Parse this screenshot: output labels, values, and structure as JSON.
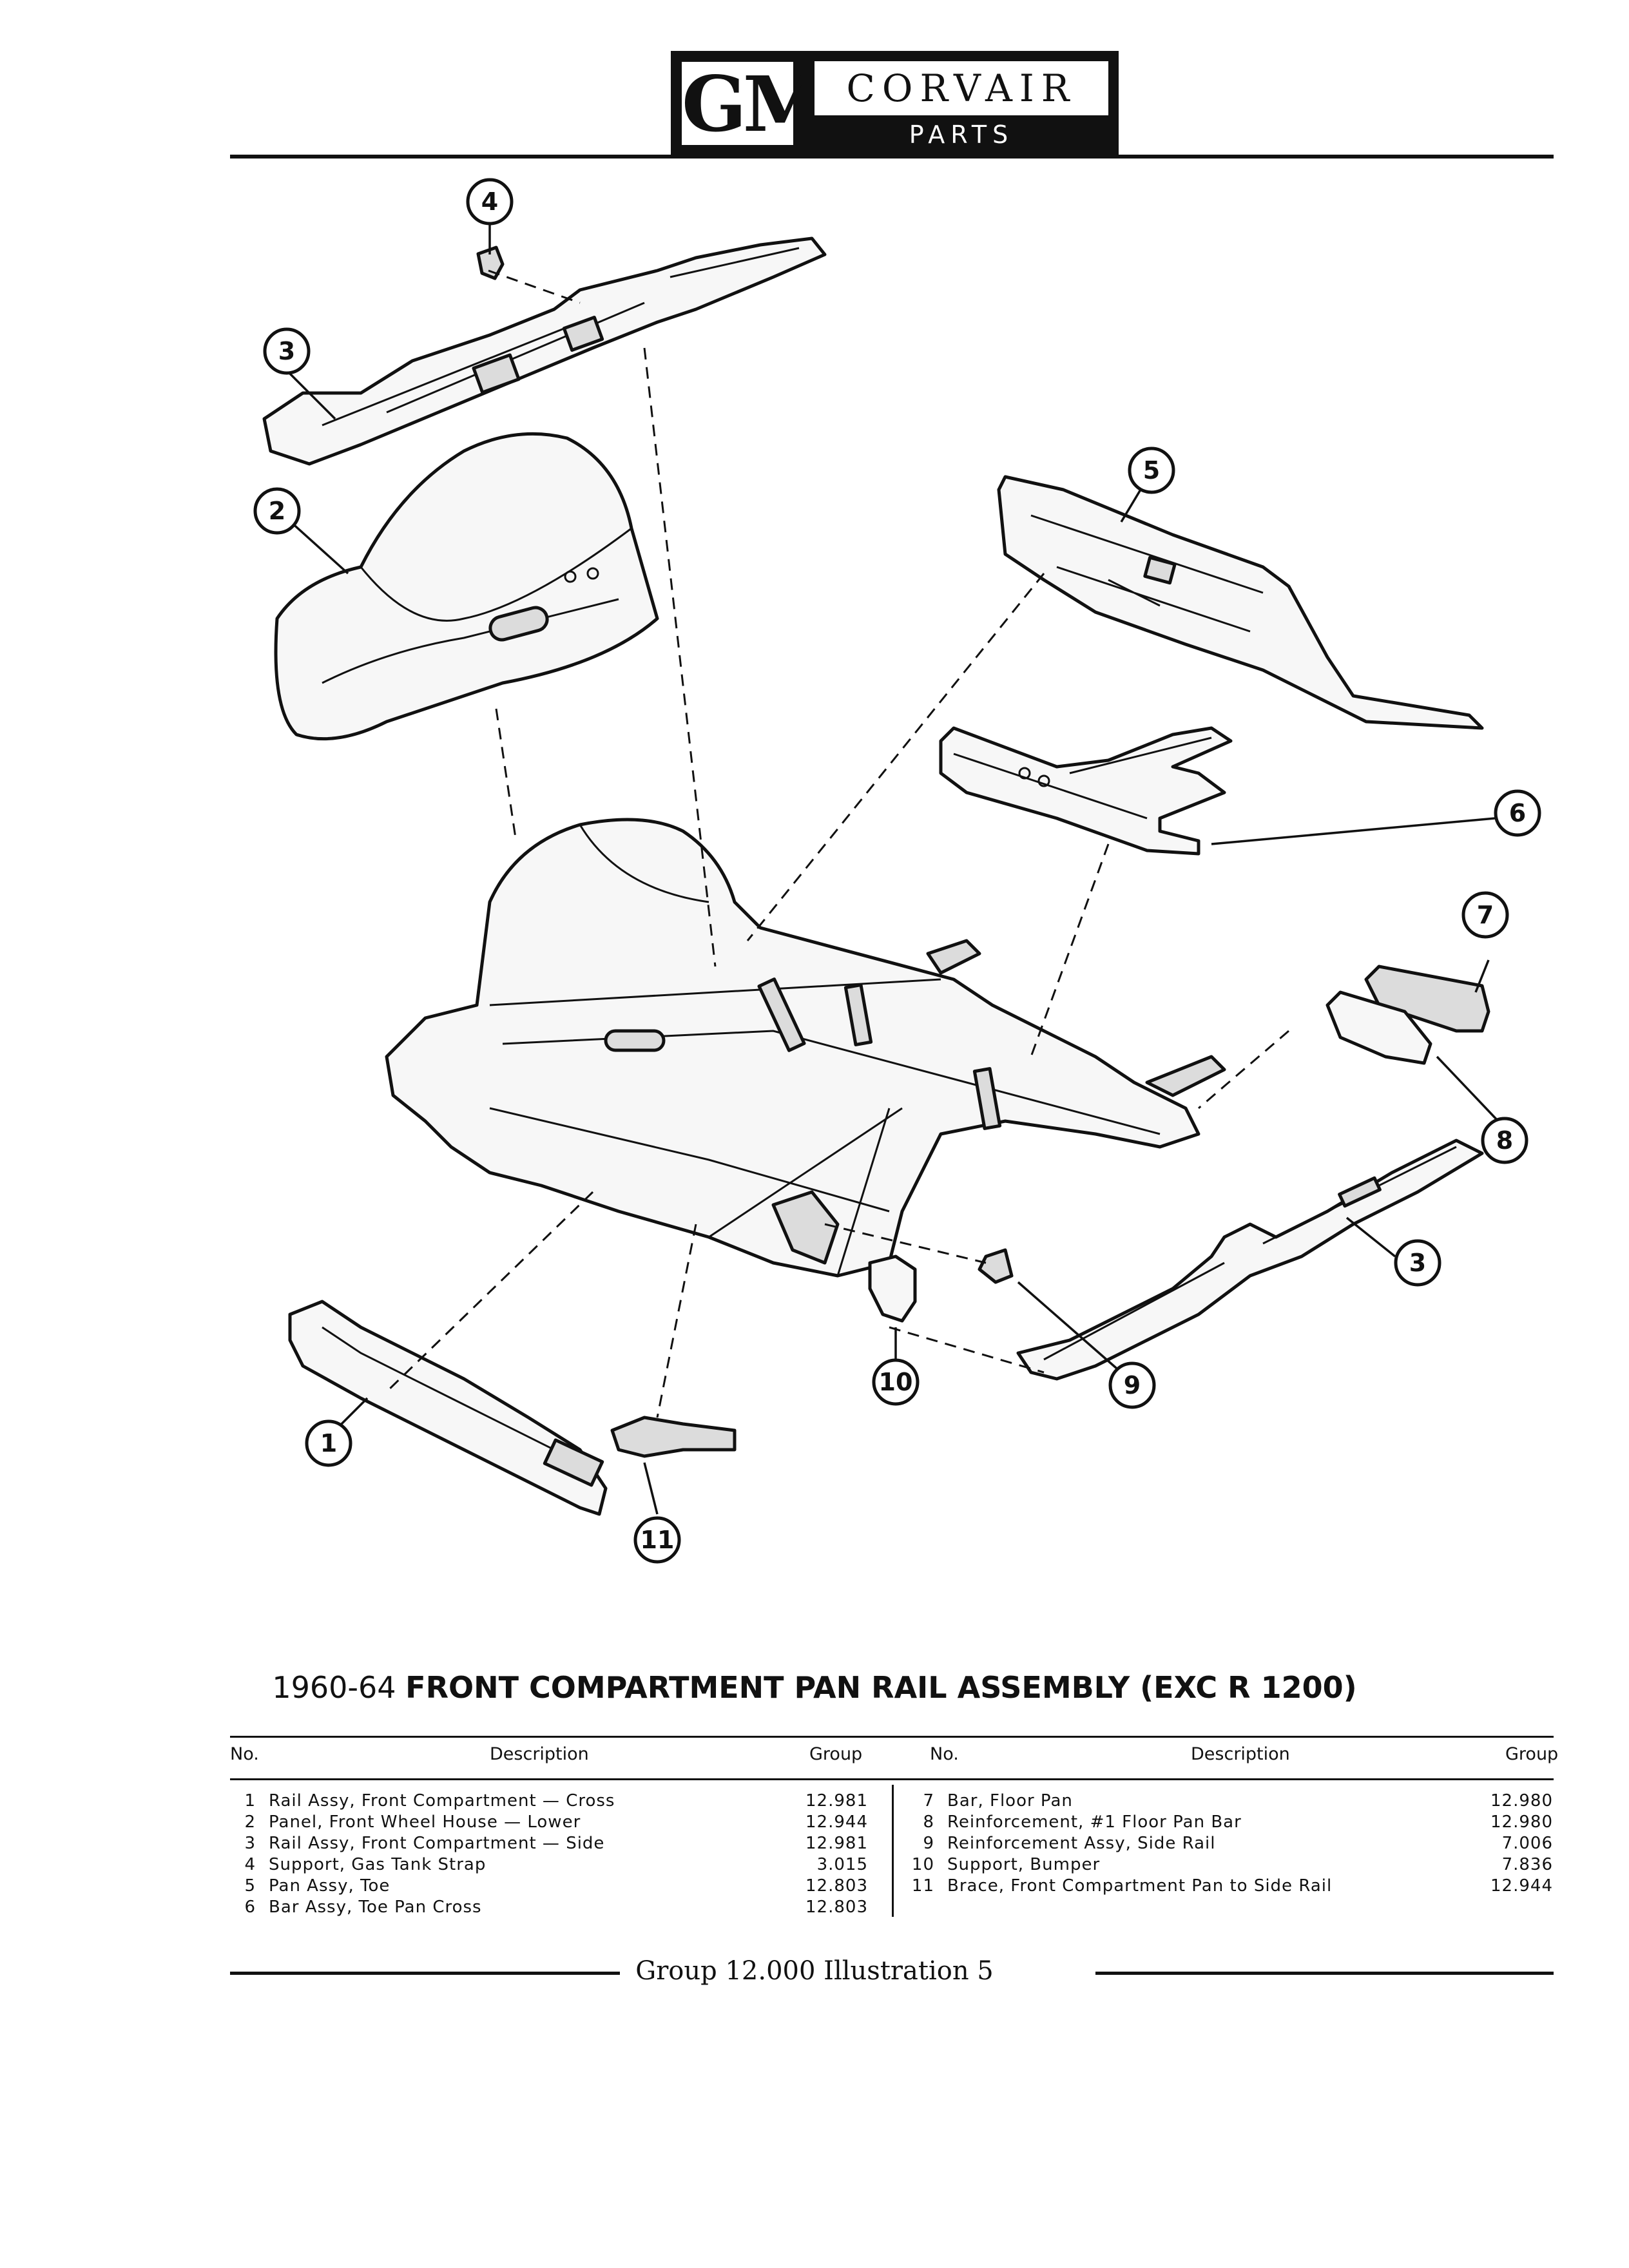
{
  "header": {
    "logo": "GM",
    "brand": "CORVAIR",
    "subtitle": "PARTS CATALOGUE"
  },
  "diagram": {
    "callouts": [
      {
        "number": "1",
        "icon": "circled-number-icon"
      },
      {
        "number": "2",
        "icon": "circled-number-icon"
      },
      {
        "number": "3",
        "icon": "circled-number-icon"
      },
      {
        "number": "3",
        "icon": "circled-number-icon"
      },
      {
        "number": "4",
        "icon": "circled-number-icon"
      },
      {
        "number": "5",
        "icon": "circled-number-icon"
      },
      {
        "number": "6",
        "icon": "circled-number-icon"
      },
      {
        "number": "7",
        "icon": "circled-number-icon"
      },
      {
        "number": "8",
        "icon": "circled-number-icon"
      },
      {
        "number": "9",
        "icon": "circled-number-icon"
      },
      {
        "number": "10",
        "icon": "circled-number-icon"
      },
      {
        "number": "11",
        "icon": "circled-number-icon"
      }
    ]
  },
  "title": {
    "year": "1960-64",
    "main": "FRONT COMPARTMENT PAN RAIL ASSEMBLY (EXC R 1200)"
  },
  "table": {
    "headers": {
      "no": "No.",
      "description": "Description",
      "group": "Group"
    },
    "left": [
      {
        "no": "1",
        "description": "Rail Assy, Front Compartment — Cross",
        "group": "12.981"
      },
      {
        "no": "2",
        "description": "Panel, Front Wheel House — Lower",
        "group": "12.944"
      },
      {
        "no": "3",
        "description": "Rail Assy, Front Compartment — Side",
        "group": "12.981"
      },
      {
        "no": "4",
        "description": "Support, Gas Tank Strap",
        "group": "3.015"
      },
      {
        "no": "5",
        "description": "Pan Assy, Toe",
        "group": "12.803"
      },
      {
        "no": "6",
        "description": "Bar Assy, Toe Pan Cross",
        "group": "12.803"
      }
    ],
    "right": [
      {
        "no": "7",
        "description": "Bar, Floor Pan",
        "group": "12.980"
      },
      {
        "no": "8",
        "description": "Reinforcement, #1 Floor Pan Bar",
        "group": "12.980"
      },
      {
        "no": "9",
        "description": "Reinforcement Assy, Side Rail",
        "group": "7.006"
      },
      {
        "no": "10",
        "description": "Support, Bumper",
        "group": "7.836"
      },
      {
        "no": "11",
        "description": "Brace, Front Compartment Pan to Side Rail",
        "group": "12.944"
      }
    ]
  },
  "footer": {
    "text": "Group 12.000 Illustration 5"
  }
}
